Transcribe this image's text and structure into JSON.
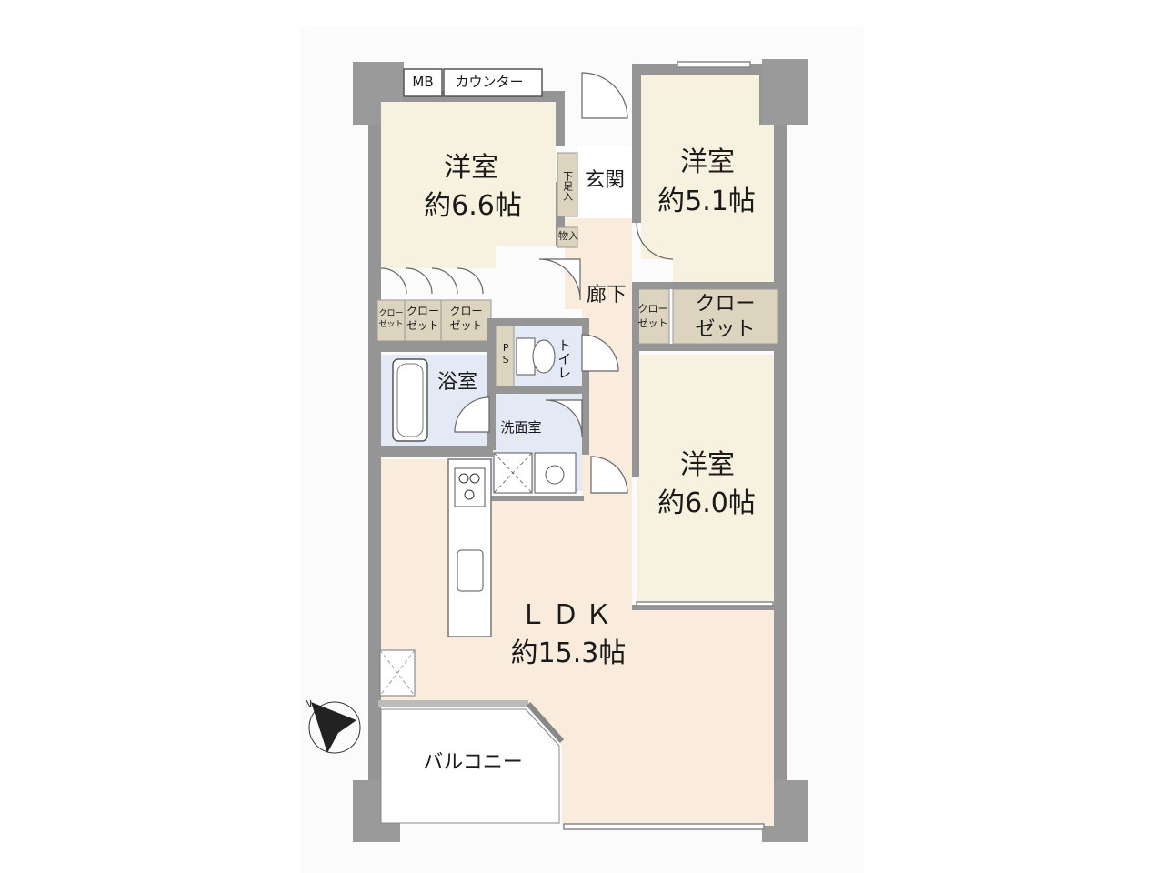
{
  "rooms": {
    "room1": {
      "name": "洋室",
      "size": "約6.6帖"
    },
    "room2": {
      "name": "洋室",
      "size": "約5.1帖"
    },
    "room3": {
      "name": "洋室",
      "size": "約6.0帖"
    },
    "ldk": {
      "name": "ＬＤＫ",
      "size": "約15.3帖"
    },
    "entrance": "玄関",
    "hallway": "廊下",
    "bathroom": "浴室",
    "washroom": "洗面室",
    "toilet": "トイレ",
    "balcony": "バルコニー"
  },
  "storage": {
    "mb": "MB",
    "counter": "カウンター",
    "shoe": "下足入",
    "storage_small": "物入",
    "ps": "PS",
    "closet_line1": "クロー",
    "closet_line2": "ゼット"
  },
  "colors": {
    "wall": "#959595",
    "room_floor": "#f7f2df",
    "ldk_floor": "#f9ecdc",
    "wet_floor": "#e3e9f5",
    "closet": "#ddd4bf",
    "balcony_floor": "#ffffff"
  }
}
